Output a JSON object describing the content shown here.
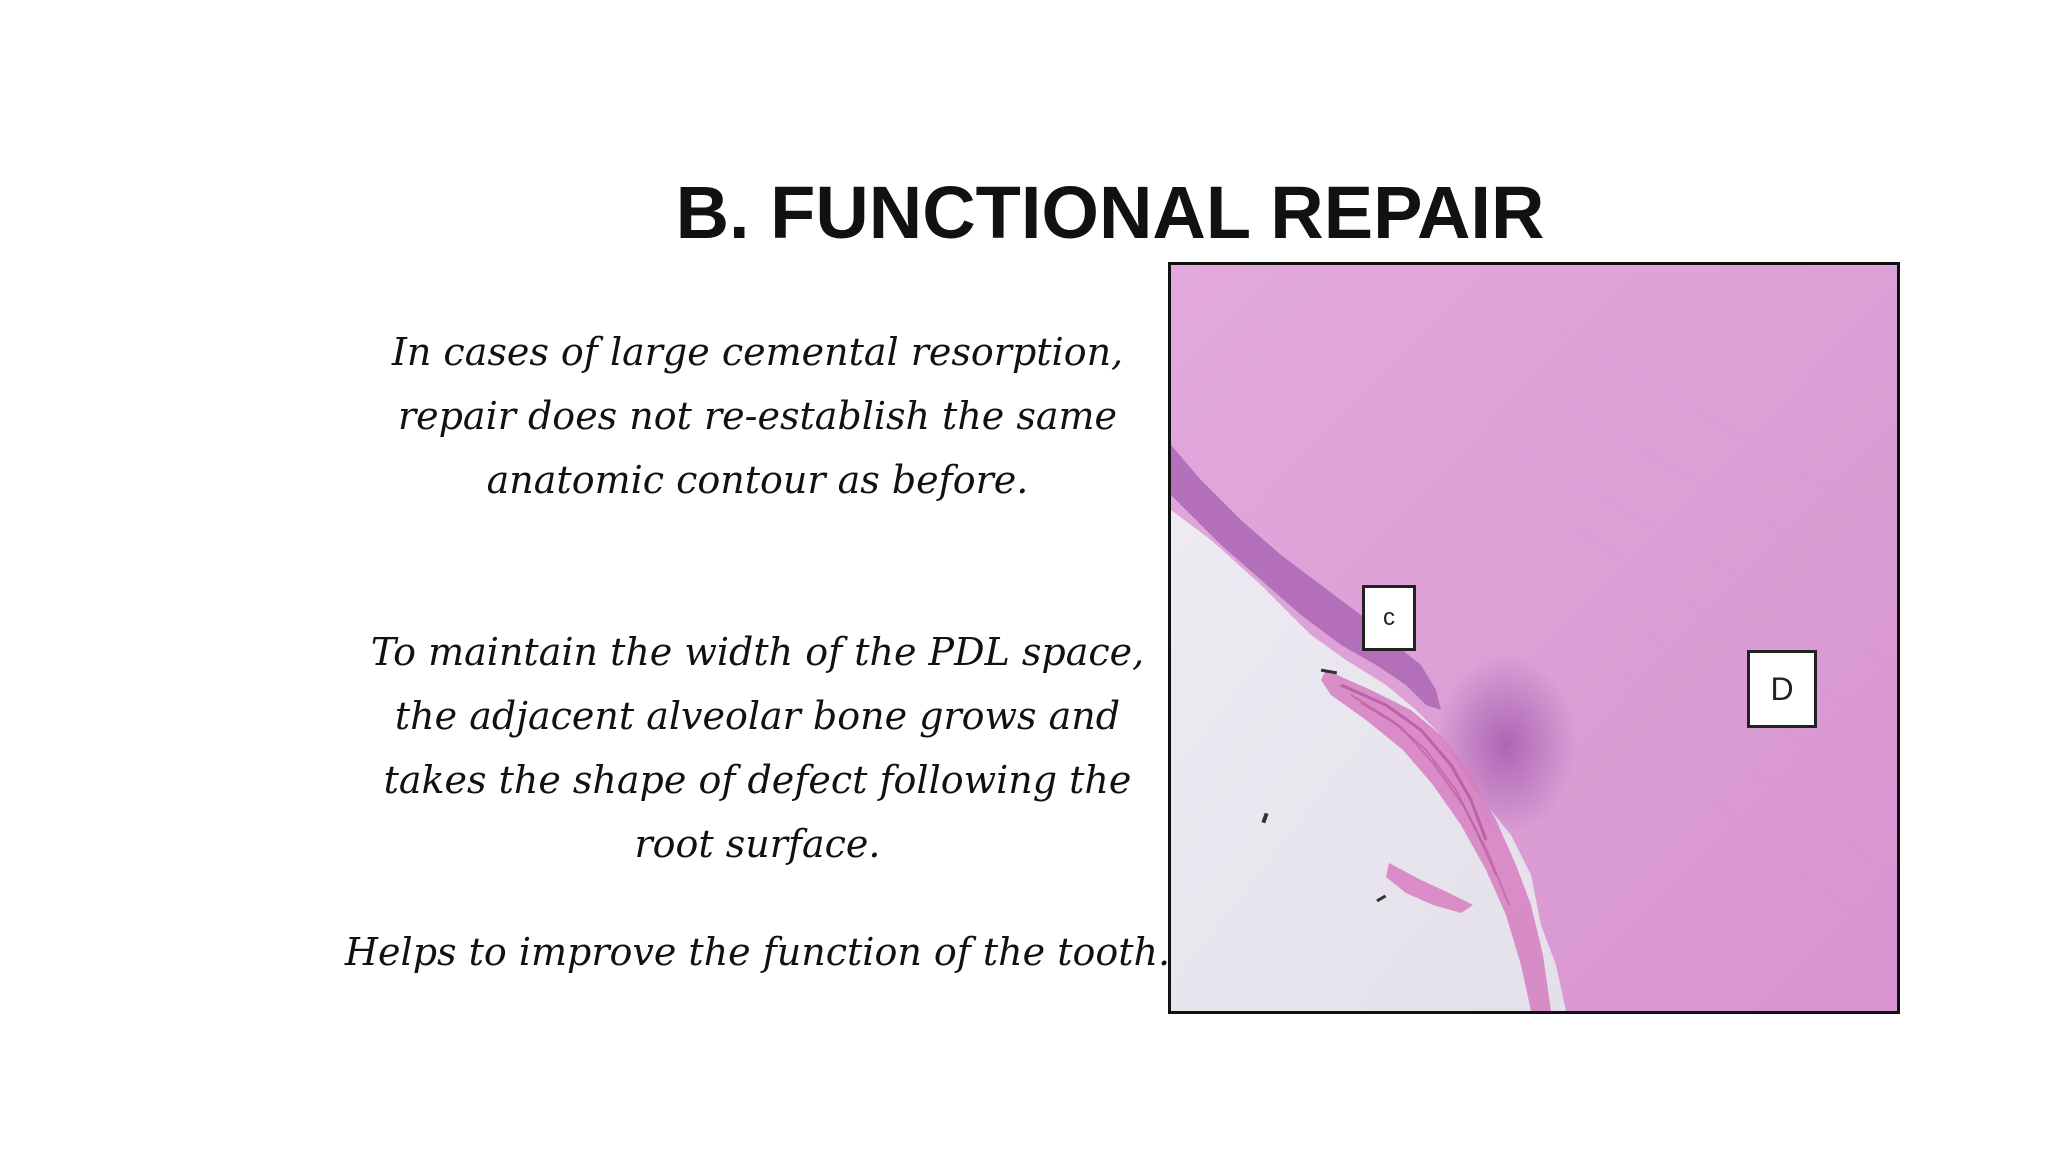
{
  "slide": {
    "title": "B. FUNCTIONAL REPAIR",
    "paragraphs": [
      "In cases of large cemental resorption, repair does not re-establish the same anatomic contour as before.",
      "To maintain the width of the PDL space, the adjacent alveolar bone grows and takes the shape of defect following the root surface.",
      "Helps to improve the function of the tooth."
    ]
  },
  "figure": {
    "icon": "histology-micrograph-image",
    "labels": {
      "cementum": "c",
      "dentin": "D"
    },
    "colors": {
      "stain_pink": "#d99ad3",
      "stain_dark": "#9c5aa8",
      "background_slide": "#e9e6ee"
    }
  }
}
